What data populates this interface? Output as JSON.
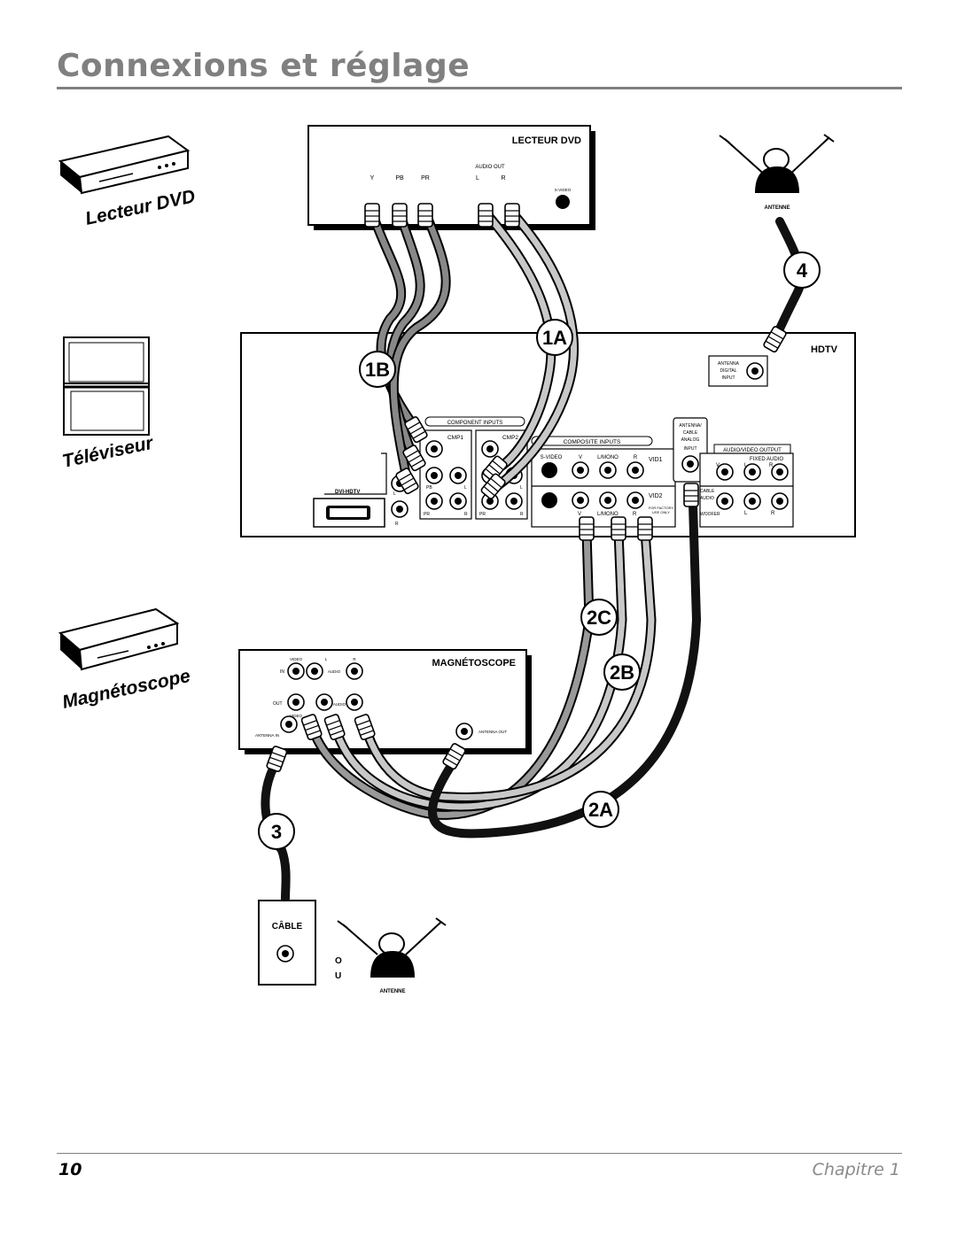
{
  "header": {
    "title": "Connexions et réglage"
  },
  "devices": {
    "dvd": {
      "side_label": "Lecteur DVD",
      "panel_title": "LECTEUR DVD",
      "audio_out": "AUDIO OUT",
      "jacks": [
        "Y",
        "PB",
        "PR",
        "L",
        "R"
      ],
      "svideo": "S-VIDEO"
    },
    "tv": {
      "side_label": "Téléviseur",
      "panel_title": "HDTV",
      "antenna_digital": [
        "ANTENNA",
        "DIGITAL",
        "INPUT"
      ],
      "component_inputs": "COMPONENT INPUTS",
      "cmp1": "CMP1",
      "cmp2": "CMP2",
      "composite_inputs": "COMPOSITE INPUTS",
      "composite_cols": [
        "S-VIDEO",
        "V",
        "L/MONO",
        "R"
      ],
      "vid1": "VID1",
      "vid2": "VID2",
      "vid2_cols": [
        "V",
        "L/MONO",
        "R"
      ],
      "factory": [
        "FOR FACTORY",
        "USE ONLY"
      ],
      "antenna_cable_analog": [
        "ANTENNA/",
        "CABLE",
        "ANALOG",
        "INPUT"
      ],
      "av_output": "AUDIO/VIDEO OUTPUT",
      "fixed_audio": "FIXED AUDIO",
      "av_output_cols": [
        "V",
        "L",
        "R"
      ],
      "sub_labels": [
        "CABLE",
        "AUDIO",
        "WOOFER"
      ],
      "dvi_hdtv": "DVI-HDTV",
      "dvi_lr": [
        "L",
        "R"
      ],
      "comp_labels": [
        "Y",
        "PB",
        "PR",
        "L",
        "R"
      ]
    },
    "vcr": {
      "side_label": "Magnétoscope",
      "panel_title": "MAGNÉTOSCOPE",
      "in": "IN",
      "out": "OUT",
      "video": "VIDEO",
      "audio": "AUDIO",
      "l": "L",
      "r": "R",
      "antenna_in": "ANTENNA IN",
      "antenna_out": "ANTENNA OUT"
    },
    "antenna_top": {
      "label": "ANTENNE"
    },
    "source": {
      "cable_label": "CÂBLE",
      "or_label": "O\nU",
      "or_o": "O",
      "or_u": "U",
      "antenna_label": "ANTENNE"
    }
  },
  "steps": [
    "1A",
    "1B",
    "2A",
    "2B",
    "2C",
    "3",
    "4"
  ],
  "footer": {
    "page_number": "10",
    "chapter": "Chapitre 1"
  },
  "colors": {
    "title_gray": "#808080",
    "cable_dark": "#1a1a1a",
    "cable_mid": "#777777",
    "cable_light": "#b8b8b8"
  }
}
